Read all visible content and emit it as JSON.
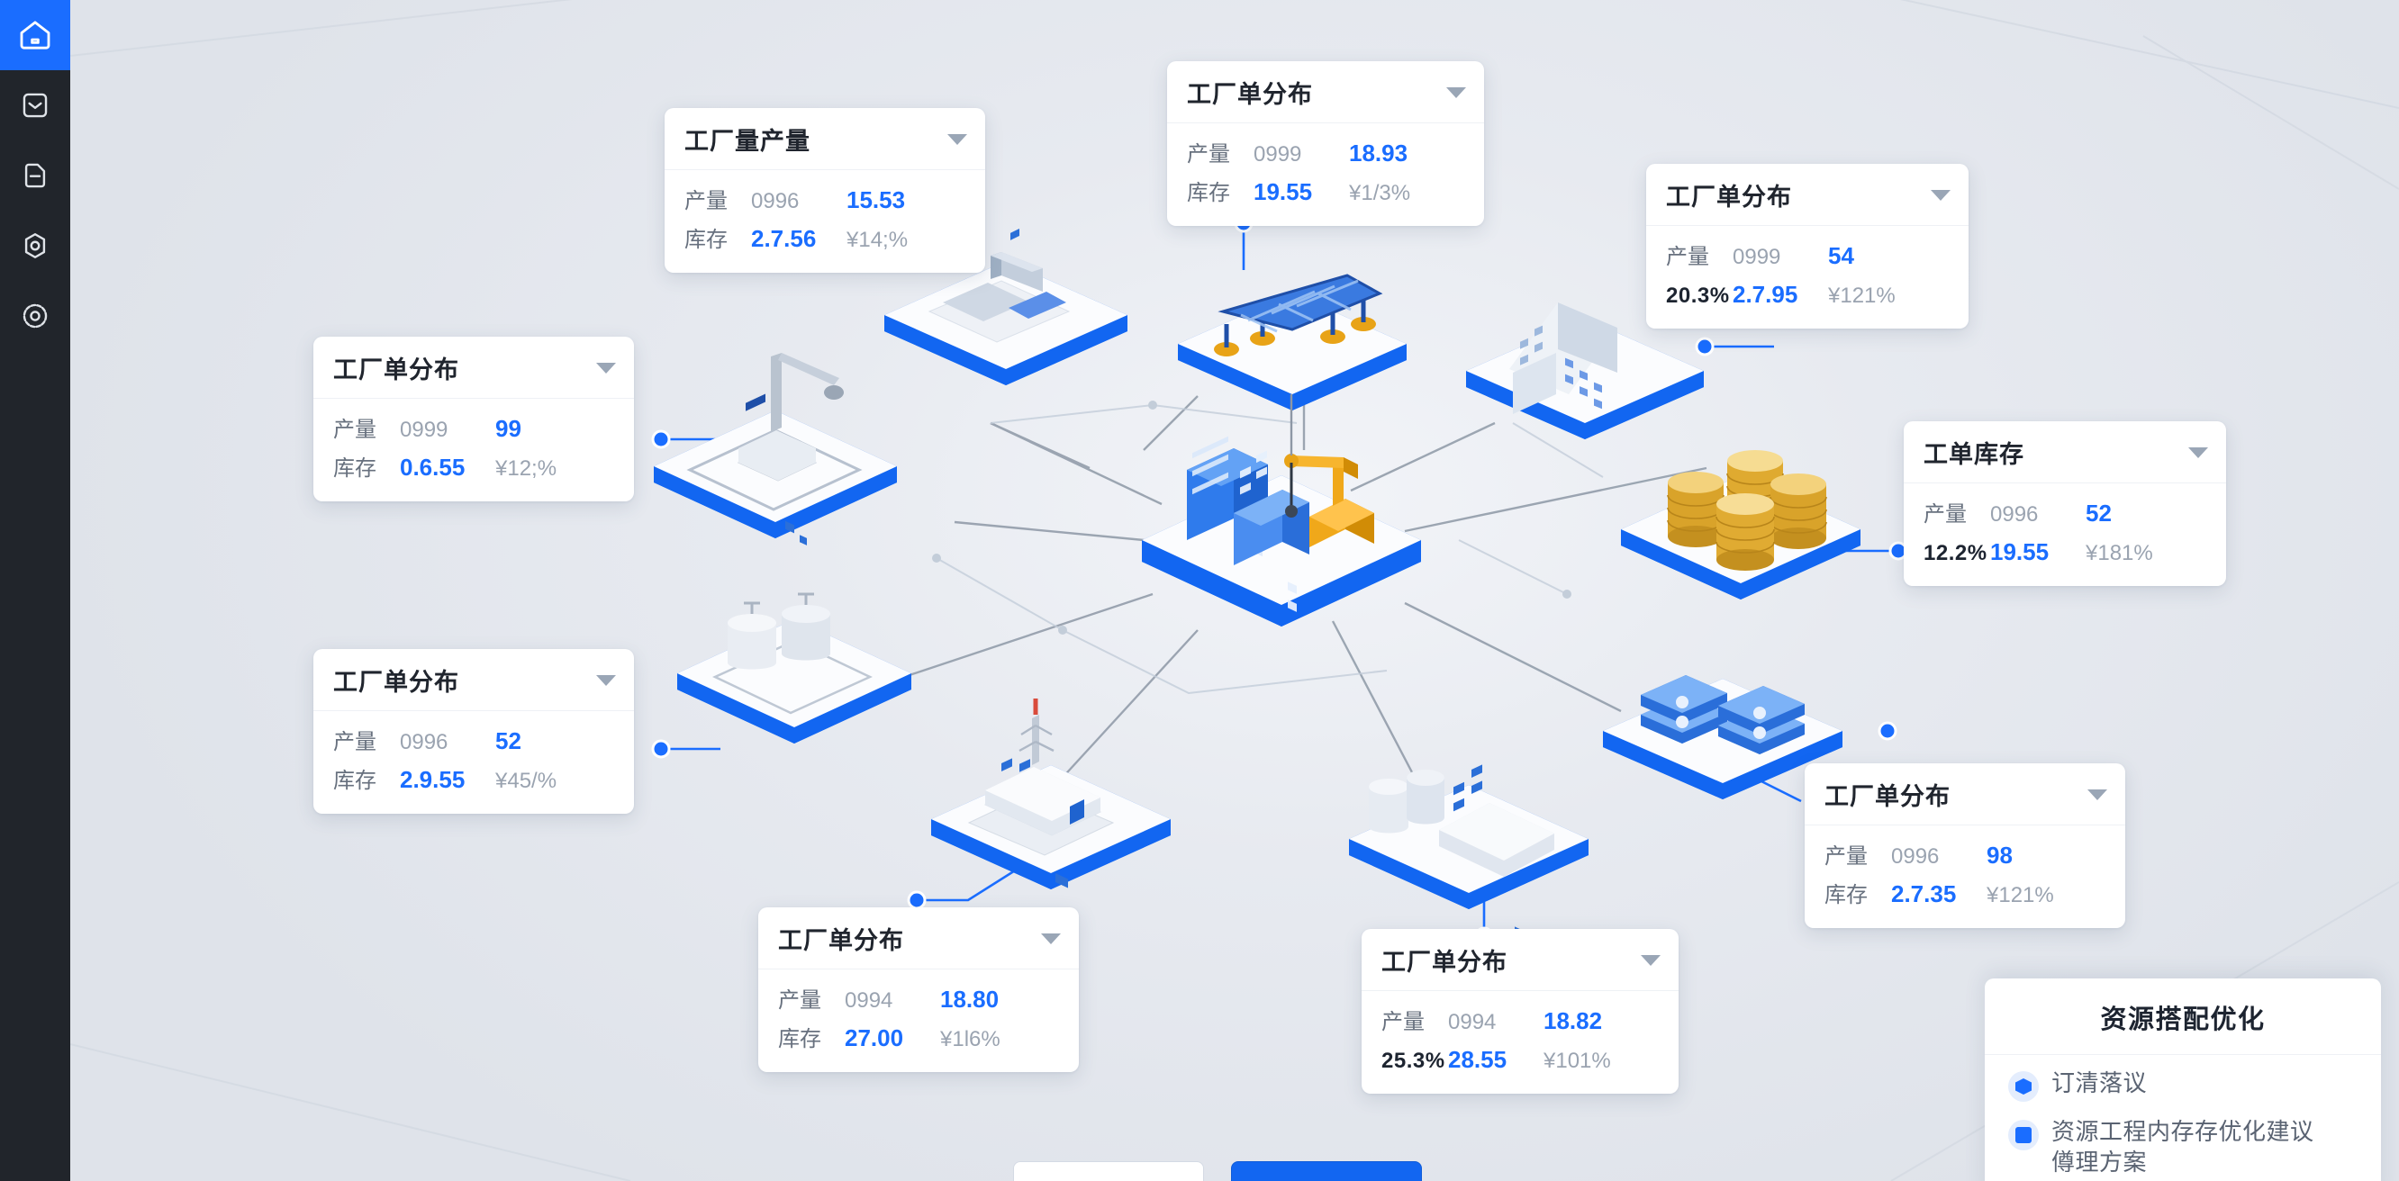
{
  "theme": {
    "accent_blue": "#1a6dff",
    "primary_blue": "#1266f1",
    "sidebar_bg": "#21252b",
    "canvas_bg": "#e6e9ef",
    "value_blue": "#1a6dff",
    "muted_gray": "#9aa3b0",
    "gold": "#e8a317"
  },
  "sidebar": {
    "items": [
      {
        "icon": "home-icon",
        "active": true
      },
      {
        "icon": "inbox-icon",
        "active": false
      },
      {
        "icon": "document-minus-icon",
        "active": false
      },
      {
        "icon": "target-hex-icon",
        "active": false
      },
      {
        "icon": "gear-icon",
        "active": false
      }
    ]
  },
  "cards": [
    {
      "id": "factory-output",
      "title": "工厂量产量",
      "rows": [
        {
          "label": "产量",
          "label_style": "muted",
          "mid": "0996",
          "mid_style": "muted",
          "value": "15.53",
          "value_style": "blue"
        },
        {
          "label": "库存",
          "label_style": "muted",
          "mid": "2.7.56",
          "mid_style": "blue",
          "value": "¥14;%",
          "value_style": "muted"
        }
      ]
    },
    {
      "id": "factory-dist-top",
      "title": "工厂单分布",
      "rows": [
        {
          "label": "产量",
          "label_style": "muted",
          "mid": "0999",
          "mid_style": "muted",
          "value": "18.93",
          "value_style": "blue"
        },
        {
          "label": "库存",
          "label_style": "muted",
          "mid": "19.55",
          "mid_style": "blue",
          "value": "¥1/3%",
          "value_style": "muted"
        }
      ]
    },
    {
      "id": "factory-dist-right-top",
      "title": "工厂单分布",
      "rows": [
        {
          "label": "产量",
          "label_style": "muted",
          "mid": "0999",
          "mid_style": "muted",
          "value": "54",
          "value_style": "blue"
        },
        {
          "label": "20.3%",
          "label_style": "dark",
          "mid": "2.7.95",
          "mid_style": "blue",
          "value": "¥121%",
          "value_style": "muted"
        }
      ]
    },
    {
      "id": "workorder-stock",
      "title": "工单库存",
      "rows": [
        {
          "label": "产量",
          "label_style": "muted",
          "mid": "0996",
          "mid_style": "muted",
          "value": "52",
          "value_style": "blue"
        },
        {
          "label": "12.2%",
          "label_style": "dark",
          "mid": "19.55",
          "mid_style": "blue",
          "value": "¥181%",
          "value_style": "muted"
        }
      ]
    },
    {
      "id": "factory-dist-left-top",
      "title": "工厂单分布",
      "rows": [
        {
          "label": "产量",
          "label_style": "muted",
          "mid": "0999",
          "mid_style": "muted",
          "value": "99",
          "value_style": "blue"
        },
        {
          "label": "库存",
          "label_style": "muted",
          "mid": "0.6.55",
          "mid_style": "blue",
          "value": "¥12;%",
          "value_style": "muted"
        }
      ]
    },
    {
      "id": "factory-dist-left-mid",
      "title": "工厂单分布",
      "rows": [
        {
          "label": "产量",
          "label_style": "muted",
          "mid": "0996",
          "mid_style": "muted",
          "value": "52",
          "value_style": "blue"
        },
        {
          "label": "库存",
          "label_style": "muted",
          "mid": "2.9.55",
          "mid_style": "blue",
          "value": "¥45/%",
          "value_style": "muted"
        }
      ]
    },
    {
      "id": "factory-dist-bottom-left",
      "title": "工厂单分布",
      "rows": [
        {
          "label": "产量",
          "label_style": "muted",
          "mid": "0994",
          "mid_style": "muted",
          "value": "18.80",
          "value_style": "blue"
        },
        {
          "label": "库存",
          "label_style": "muted",
          "mid": "27.00",
          "mid_style": "blue",
          "value": "¥1l6%",
          "value_style": "muted"
        }
      ]
    },
    {
      "id": "factory-dist-bottom-center",
      "title": "工厂单分布",
      "rows": [
        {
          "label": "产量",
          "label_style": "muted",
          "mid": "0994",
          "mid_style": "muted",
          "value": "18.82",
          "value_style": "blue"
        },
        {
          "label": "25.3%",
          "label_style": "dark",
          "mid": "28.55",
          "mid_style": "blue",
          "value": "¥101%",
          "value_style": "muted"
        }
      ]
    },
    {
      "id": "factory-dist-right-bottom",
      "title": "工厂单分布",
      "rows": [
        {
          "label": "产量",
          "label_style": "muted",
          "mid": "0996",
          "mid_style": "muted",
          "value": "98",
          "value_style": "blue"
        },
        {
          "label": "库存",
          "label_style": "muted",
          "mid": "2.7.35",
          "mid_style": "blue",
          "value": "¥121%",
          "value_style": "muted"
        }
      ]
    }
  ],
  "optimization_panel": {
    "title": "资源搭配优化",
    "items": [
      {
        "icon": "shield-icon",
        "text": "订清落议"
      },
      {
        "icon": "cube-icon",
        "text": "资源工程内存存优化建议\n僔理方案"
      }
    ]
  },
  "bottom_actions": {
    "secondary_label": "",
    "primary_label": ""
  },
  "nodes": [
    {
      "id": "node-factory-plant",
      "type": "factory-building"
    },
    {
      "id": "node-solar-array",
      "type": "solar-panel-array"
    },
    {
      "id": "node-office-tower",
      "type": "office-building"
    },
    {
      "id": "node-crane-yard",
      "type": "crane-platform"
    },
    {
      "id": "node-silo-tanks",
      "type": "storage-tanks"
    },
    {
      "id": "node-hub-central",
      "type": "central-hub"
    },
    {
      "id": "node-coin-stacks",
      "type": "coin-stacks"
    },
    {
      "id": "node-server-racks",
      "type": "server-racks"
    },
    {
      "id": "node-antenna-plant",
      "type": "antenna-facility"
    },
    {
      "id": "node-silo-plant",
      "type": "silo-facility"
    }
  ]
}
